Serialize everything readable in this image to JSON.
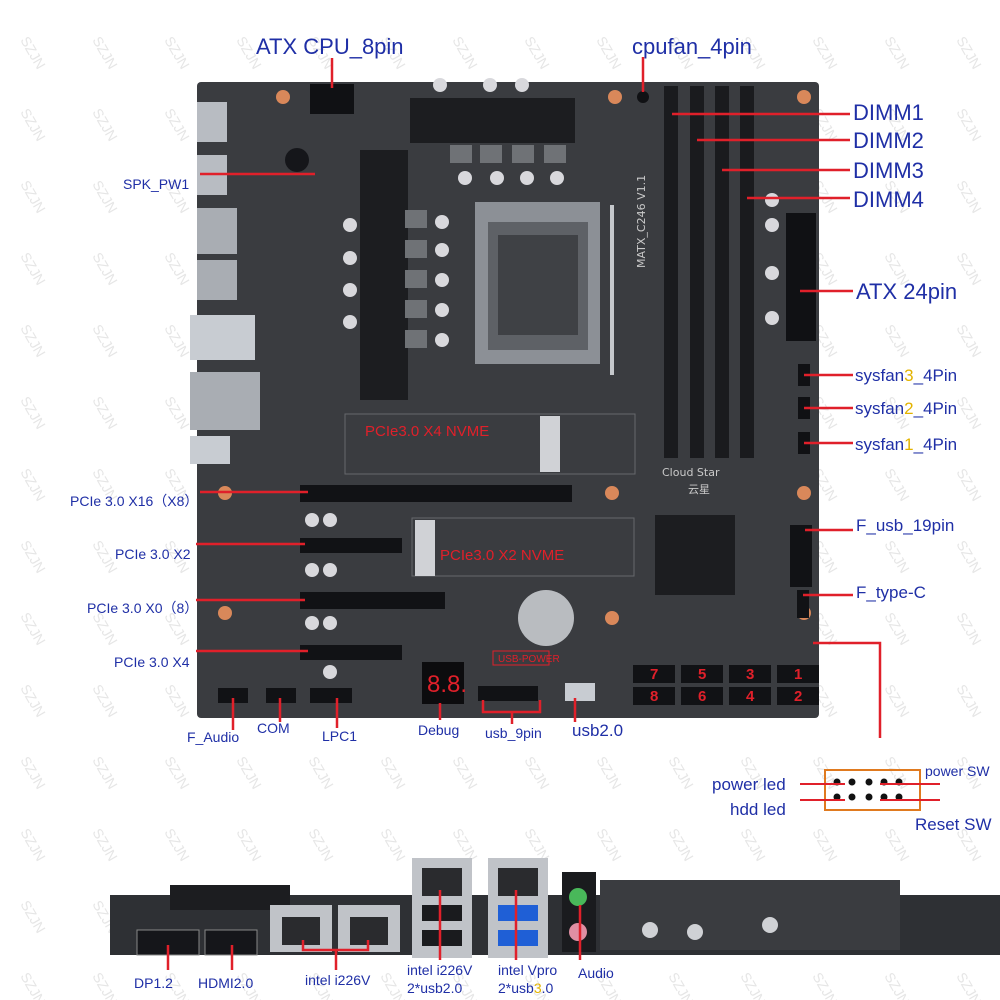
{
  "colors": {
    "label_blue": "#1f2fa6",
    "leader_red": "#e0202a",
    "pcb": "#3a3c40",
    "heatsink": "#1c1d20",
    "highlight_yellow": "#e3b300",
    "watermark": "#e6e6e6"
  },
  "watermark_text": "SZJN",
  "top_labels": {
    "atx_cpu": "ATX CPU_8pin",
    "cpufan": "cpufan_4pin"
  },
  "right_labels": {
    "dimm1": "DIMM1",
    "dimm2": "DIMM2",
    "dimm3": "DIMM3",
    "dimm4": "DIMM4",
    "atx24": "ATX 24pin",
    "sysfan3_pre": "sysfan",
    "sysfan3_num": "3",
    "sysfan3_post": "_4Pin",
    "sysfan2_pre": "sysfan",
    "sysfan2_num": "2",
    "sysfan2_post": "_4Pin",
    "sysfan1_pre": "sysfan",
    "sysfan1_num": "1",
    "sysfan1_post": "_4Pin",
    "f_usb": "F_usb_19pin",
    "f_typec": "F_type-C"
  },
  "left_labels": {
    "spk": "SPK_PW1",
    "pcie_x16": "PCIe 3.0 X16（X8）",
    "pcie_x2": "PCIe 3.0 X2",
    "pcie_x0": "PCIe 3.0 X0（8）",
    "pcie_x4": "PCIe 3.0 X4"
  },
  "bottom_labels": {
    "f_audio": "F_Audio",
    "com": "COM",
    "lpc1": "LPC1",
    "debug": "Debug",
    "usb_9pin": "usb_9pin",
    "usb20": "usb2.0"
  },
  "board_text": {
    "nvme_x4": "PCIe3.0 X4 NVME",
    "nvme_x2": "PCIe3.0 X2 NVME",
    "usb_power": "USB-POWER",
    "brand_en": "Cloud Star",
    "brand_cn": "云星",
    "model": "MATX_C246 V1.1",
    "debug_digits": "8.8."
  },
  "sata_ports": [
    "7",
    "5",
    "3",
    "1",
    "8",
    "6",
    "4",
    "2"
  ],
  "front_panel": {
    "power_led": "power led",
    "hdd_led": "hdd led",
    "power_sw": "power SW",
    "reset_sw": "Reset SW"
  },
  "io_labels": {
    "dp": "DP1.2",
    "hdmi": "HDMI2.0",
    "i226v_a": "intel i226V",
    "i226v_b_line1": "intel i226V",
    "i226v_b_line2": "2*usb2.0",
    "vpro_line1": "intel Vpro",
    "vpro_line2_pre": "2*usb",
    "vpro_line2_num": "3",
    "vpro_line2_post": ".0",
    "audio": "Audio"
  }
}
